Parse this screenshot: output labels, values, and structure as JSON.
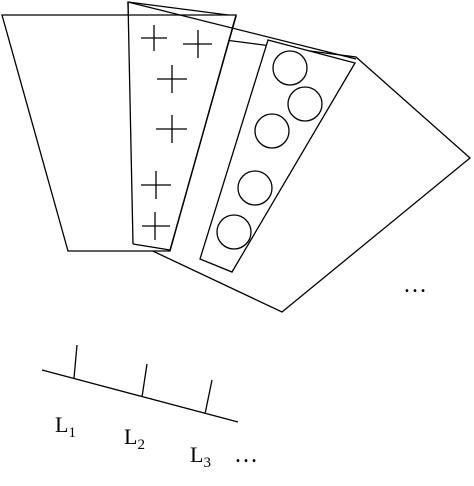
{
  "diagram": {
    "ellipsis_right": "…",
    "labels": [
      {
        "letter": "L",
        "sub": "1"
      },
      {
        "letter": "L",
        "sub": "2"
      },
      {
        "letter": "L",
        "sub": "3"
      }
    ],
    "ellipsis_labels": "…"
  }
}
